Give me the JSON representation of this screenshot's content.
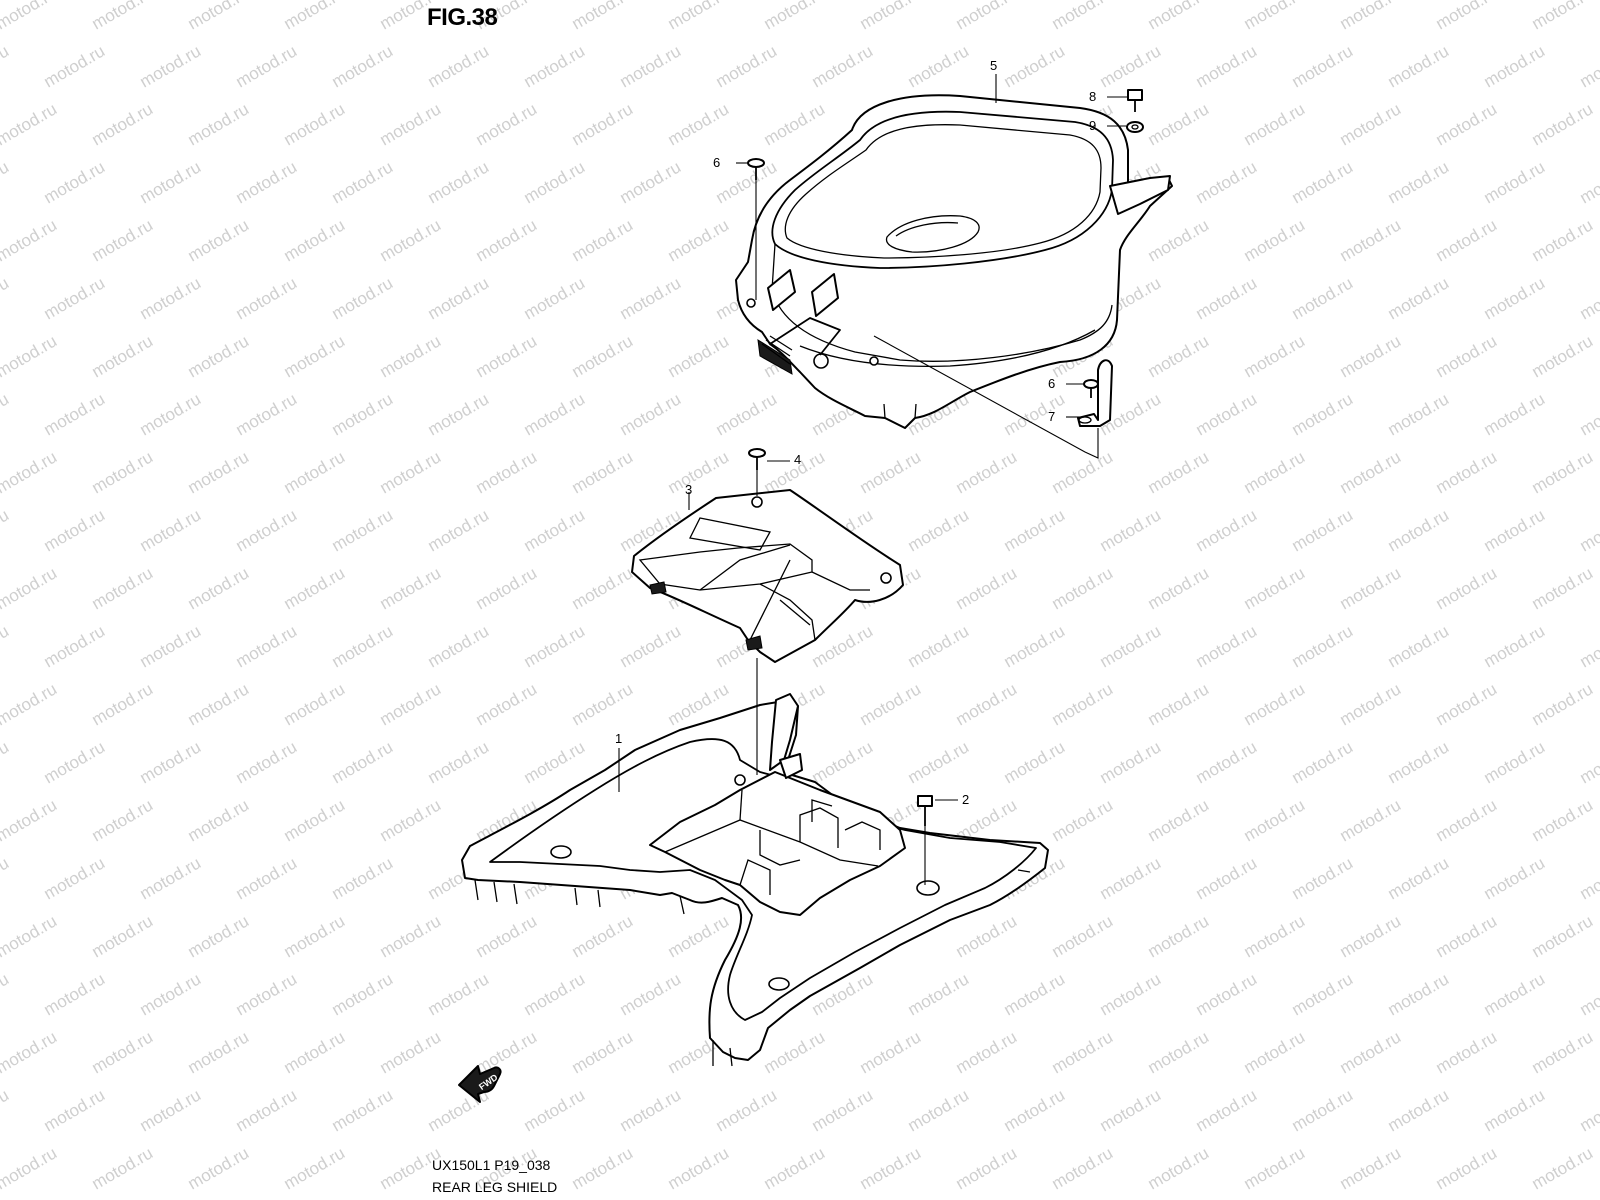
{
  "figure": {
    "title": "FIG.38"
  },
  "caption": {
    "model_code": "UX150L1 P19_038",
    "name": "REAR LEG SHIELD"
  },
  "watermark": {
    "text": "motod.ru"
  },
  "fwd_marker": {
    "label": "FWD"
  },
  "callouts": [
    {
      "id": "c5",
      "label": "5"
    },
    {
      "id": "c8",
      "label": "8"
    },
    {
      "id": "c9",
      "label": "9"
    },
    {
      "id": "c6a",
      "label": "6"
    },
    {
      "id": "c6b",
      "label": "6"
    },
    {
      "id": "c7",
      "label": "7"
    },
    {
      "id": "c4",
      "label": "4"
    },
    {
      "id": "c3",
      "label": "3"
    },
    {
      "id": "c1",
      "label": "1"
    },
    {
      "id": "c2",
      "label": "2"
    }
  ],
  "colors": {
    "line": "#000000",
    "background": "#ffffff",
    "watermark": "#cfcfcf"
  }
}
